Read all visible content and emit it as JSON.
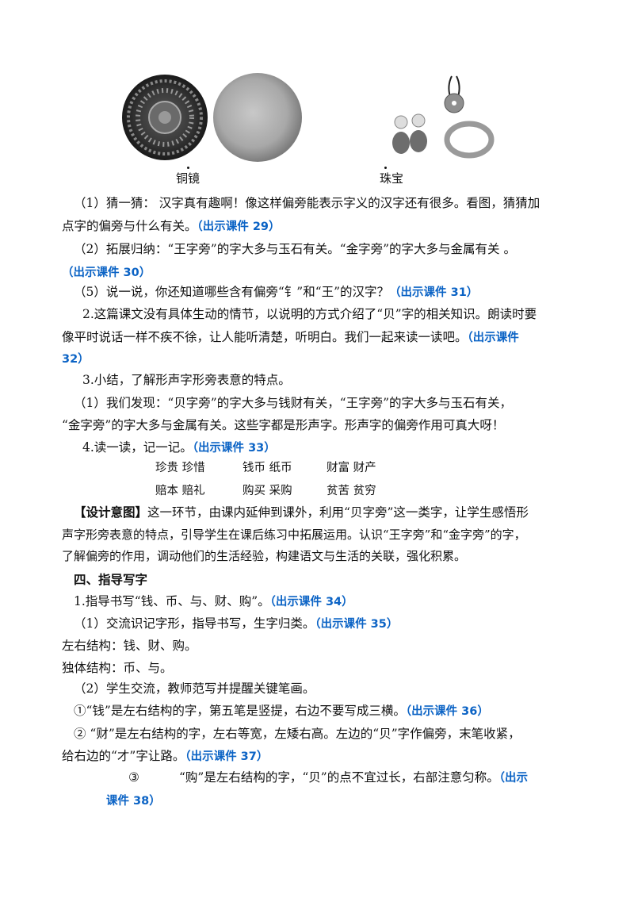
{
  "images": {
    "mirror_caption": "铜镜",
    "jewel_caption": "珠宝"
  },
  "body": {
    "p1_a": "（1）猜一猜： 汉字真有趣啊！像这样偏旁能表示字义的汉字还有很多。看图，猜猜加",
    "p1_b": "点字的偏旁与什么有关。",
    "p1_cue": "（出示课件 29）",
    "p2_a": "（2）拓展归纳：“王字旁”的字大多与玉石有关。“金字旁”的字大多与金属有关 。",
    "p2_cue": "（出示课件 30）",
    "p3_a": "（5）说一说，你还知道哪些含有偏旁“钅”和“王”的汉字？",
    "p3_cue": "（出示课件 31）",
    "p4_a": "2.这篇课文没有具体生动的情节，以说明的方式介绍了“贝”字的相关知识。朗读时要",
    "p4_b": "像平时说话一样不疾不徐，让人能听清楚，听明白。我们一起来读一读吧。",
    "p4_cue_a": "（出示课件",
    "p4_cue_b": "32）",
    "p5": "3.小结，了解形声字形旁表意的特点。",
    "p6_a": "（1）我们发现：“贝字旁”的字大多与钱财有关，“王字旁”的字大多与玉石有关，",
    "p6_b": "“金字旁”的字大多与金属有关。这些字都是形声字。形声字的偏旁作用可真大呀！",
    "p7": "4.读一读，记一记。",
    "p7_cue": "（出示课件 33）",
    "words_row1": [
      "珍贵 珍惜",
      "钱币 纸币",
      "财富 财产"
    ],
    "words_row2": [
      "赔本 赔礼",
      "购买 采购",
      "贫苦 贫穷"
    ],
    "design_label": "【设计意图】",
    "design_a": "这一环节，由课内延伸到课外，利用“贝字旁”这一类字，让学生感悟形",
    "design_b": "声字形旁表意的特点，引导学生在课后练习中拓展运用。认识“王字旁”和“金字旁”的字，",
    "design_c": "了解偏旁的作用，调动他们的生活经验，构建语文与生活的关联，强化积累。",
    "section4": "四、指导写字",
    "w1": "1.指导书写“钱、币、与、财、购”。",
    "w1_cue": "（出示课件 34）",
    "w2": "（1）交流识记字形，指导书写，生字归类。",
    "w2_cue": "（出示课件 35）",
    "w3": "左右结构：钱、财、购。",
    "w4": "独体结构：币、与。",
    "w5": "（2）学生交流，教师范写并提醒关键笔画。",
    "w6": "①“钱”是左右结构的字，第五笔是竖提，右边不要写成三横。",
    "w6_cue": "（出示课件 36）",
    "w7_a": "② “财”是左右结构的字，左右等宽，左矮右高。左边的“贝”字作偏旁，末笔收紧，",
    "w7_b": "给右边的“才”字让路。",
    "w7_cue": "（出示课件 37）",
    "w8_num": "③",
    "w8_a": "“购”是左右结构的字，“贝”的点不宜过长，右部注意匀称。",
    "w8_cue_a": "（出示",
    "w8_cue_b": "课件 38）"
  }
}
